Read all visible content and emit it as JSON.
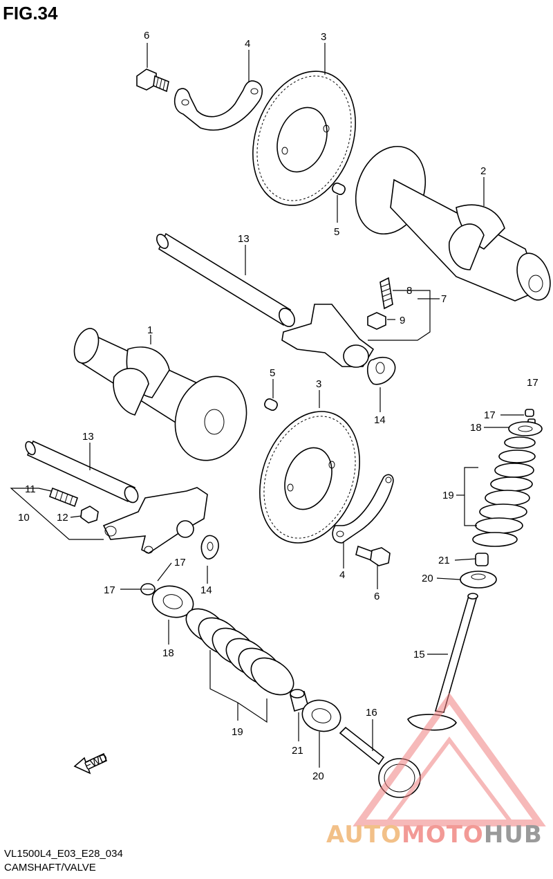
{
  "figure": {
    "title": "FIG.34"
  },
  "footer": {
    "model_code": "VL1500L4_E03_E28_034",
    "section_name": "CAMSHAFT/VALVE"
  },
  "watermark": {
    "part1": "AUTO",
    "part2": "MOTO",
    "part3": "HUB",
    "color_auto": "#f2c088",
    "color_moto": "#f29a96",
    "color_hub": "#9a9a9a"
  },
  "fwd_arrow": {
    "label": "FWD"
  },
  "callouts": [
    {
      "id": "c6a",
      "text": "6"
    },
    {
      "id": "c4a",
      "text": "4"
    },
    {
      "id": "c3a",
      "text": "3"
    },
    {
      "id": "c2",
      "text": "2"
    },
    {
      "id": "c5a",
      "text": "5"
    },
    {
      "id": "c13a",
      "text": "13"
    },
    {
      "id": "c8",
      "text": "8"
    },
    {
      "id": "c9",
      "text": "9"
    },
    {
      "id": "c7",
      "text": "7"
    },
    {
      "id": "c1",
      "text": "1"
    },
    {
      "id": "c5b",
      "text": "5"
    },
    {
      "id": "c3b",
      "text": "3"
    },
    {
      "id": "c14a",
      "text": "14"
    },
    {
      "id": "c17a",
      "text": "17"
    },
    {
      "id": "c17b",
      "text": "17"
    },
    {
      "id": "c18a",
      "text": "18"
    },
    {
      "id": "c13b",
      "text": "13"
    },
    {
      "id": "c11",
      "text": "11"
    },
    {
      "id": "c10",
      "text": "10"
    },
    {
      "id": "c12",
      "text": "12"
    },
    {
      "id": "c19a",
      "text": "19"
    },
    {
      "id": "c21a",
      "text": "21"
    },
    {
      "id": "c20a",
      "text": "20"
    },
    {
      "id": "c17c",
      "text": "17"
    },
    {
      "id": "c17d",
      "text": "17"
    },
    {
      "id": "c14b",
      "text": "14"
    },
    {
      "id": "c4b",
      "text": "4"
    },
    {
      "id": "c6b",
      "text": "6"
    },
    {
      "id": "c18b",
      "text": "18"
    },
    {
      "id": "c15",
      "text": "15"
    },
    {
      "id": "c19b",
      "text": "19"
    },
    {
      "id": "c16",
      "text": "16"
    },
    {
      "id": "c21b",
      "text": "21"
    },
    {
      "id": "c20b",
      "text": "20"
    }
  ]
}
